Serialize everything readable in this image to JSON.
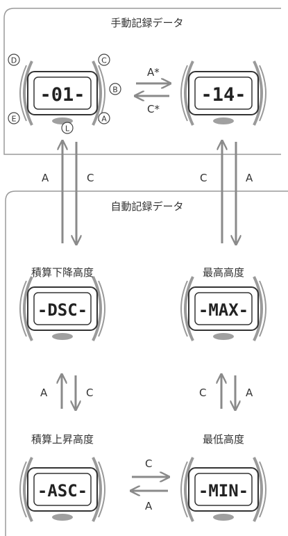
{
  "manual_section": {
    "title": "手動記録データ"
  },
  "auto_section": {
    "title": "自動記録データ"
  },
  "watches": {
    "manual_left": {
      "display": "-01-"
    },
    "manual_right": {
      "display": "-14-"
    },
    "total_descent": {
      "label": "積算下降高度",
      "display": "-DSC-"
    },
    "max_altitude": {
      "label": "最高高度",
      "display": "-MAX-"
    },
    "total_ascent": {
      "label": "積算上昇高度",
      "display": "-ASC-"
    },
    "min_altitude": {
      "label": "最低高度",
      "display": "-MIN-"
    }
  },
  "buttons": {
    "D": "D",
    "C": "C",
    "B": "B",
    "E": "E",
    "A": "A",
    "L": "L"
  },
  "arrow_labels": {
    "manual_forward": "A*",
    "manual_back": "C*",
    "left_up": "A",
    "left_down": "C",
    "right_up": "C",
    "right_down": "A",
    "auto_left_up": "A",
    "auto_left_down": "C",
    "auto_right_up": "C",
    "auto_right_down": "A",
    "bottom_forward": "C",
    "bottom_back": "A"
  },
  "colors": {
    "frame": "#9a9a9a",
    "arrow": "#8a8a8a",
    "pill": "#a0a0a0"
  }
}
